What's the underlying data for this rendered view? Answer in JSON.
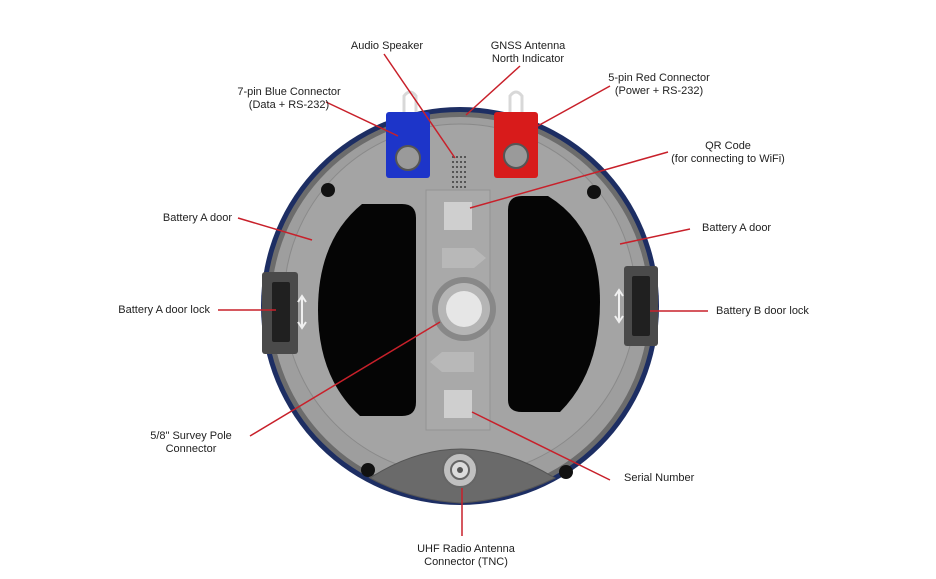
{
  "colors": {
    "leader": "#c8202a",
    "body_gray": "#9a9a9a",
    "ring_blue": "#1d2e63",
    "connector_blue": "#1d35c9",
    "connector_red": "#d81b1b",
    "compartment": "#050505"
  },
  "labels": {
    "audio_speaker": {
      "line1": "Audio Speaker"
    },
    "gnss_antenna": {
      "line1": "GNSS Antenna",
      "line2": "North Indicator"
    },
    "blue_connector": {
      "line1": "7-pin Blue Connector",
      "line2": "(Data + RS-232)"
    },
    "red_connector": {
      "line1": "5-pin Red Connector",
      "line2": "(Power + RS-232)"
    },
    "qr_code": {
      "line1": "QR Code",
      "line2": "(for connecting to WiFi)"
    },
    "battery_a_door_left": {
      "line1": "Battery A door"
    },
    "battery_a_door_right": {
      "line1": "Battery A door"
    },
    "battery_a_lock": {
      "line1": "Battery A door lock"
    },
    "battery_b_lock": {
      "line1": "Battery B door lock"
    },
    "survey_pole": {
      "line1": "5/8\" Survey Pole",
      "line2": "Connector"
    },
    "serial_number": {
      "line1": "Serial Number"
    },
    "uhf_antenna": {
      "line1": "UHF Radio Antenna",
      "line2": "Connector (TNC)"
    }
  }
}
